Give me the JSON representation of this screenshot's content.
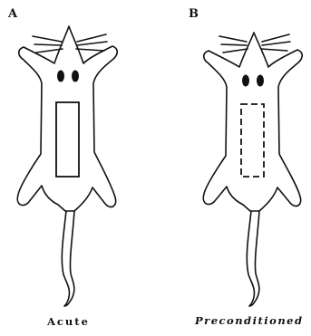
{
  "panels": [
    {
      "letter": "A",
      "caption": "Acute",
      "dressing_outline": "solid"
    },
    {
      "letter": "B",
      "caption": "Preconditioned",
      "dressing_outline": "dashed"
    }
  ],
  "colors": {
    "ink": "#111111",
    "background": "#ffffff"
  }
}
